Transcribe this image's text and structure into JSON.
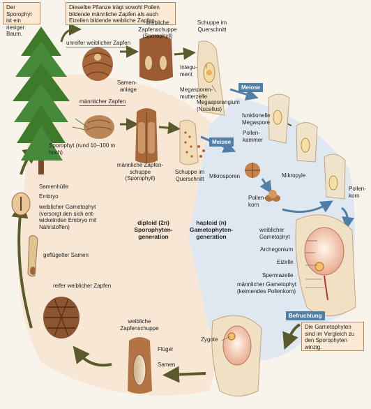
{
  "notes": {
    "sporophyte_note": "Der Sporophyt ist ein riesiger Baum.",
    "plant_note": "Dieselbe Pflanze trägt sowohl Pollen bildende männliche Zapfen als auch Eizellen bildende weibliche Zapfen.",
    "gametophyte_note": "Die Gametophyten sind im Vergleich zu den Sporophyten winzig."
  },
  "labels": {
    "unripe_female_cone": "unreifer weiblicher Zapfen",
    "female_cone_scale": "weibliche Zapfenschuppe (Sporophyll)",
    "scale_cross_section_top": "Schuppe im Querschnitt",
    "integument": "Integu- ment",
    "ovule": "Samen- anlage",
    "megaspore_mother_cell": "Megasporen- mutterzelle",
    "megasporangium": "Megasporangium (Nucellus)",
    "male_cone": "männlicher Zapfen",
    "sporophyte": "Sporophyt (rund 10–100 m hoch)",
    "male_cone_scale": "männliche Zapfen- schuppe (Sporophyll)",
    "scale_cross_section_mid": "Schuppe im Querschnitt",
    "functional_megaspore": "funktionelle Megaspore",
    "pollen_chamber": "Pollen- kammer",
    "microspores": "Mikrosporen",
    "micropyle": "Mikropyle",
    "pollen_grain_mid": "Pollen- korn",
    "pollen_grain_right": "Pollen- korn",
    "seed_coat": "Samenhülle",
    "embryo": "Embryo",
    "female_gametophyte_seed": "weiblicher Gametophyt (versorgt den sich ent- wickelnden Embryo mit Nährstoffen)",
    "winged_seed": "geflügelter Samen",
    "ripe_female_cone": "reifer weiblicher Zapfen",
    "female_gametophyte": "weiblicher Gametophyt",
    "archegonium": "Archegonium",
    "egg_cell": "Eizelle",
    "sperm_cell": "Spermazelle",
    "male_gametophyte": "männlicher Gametophyt (keimendes Pollenkorn)",
    "zygote": "Zygote",
    "female_cone_scale_bottom": "weibliche Zapfenschuppe",
    "wing": "Flügel",
    "seeds": "Samen"
  },
  "phases": {
    "diploid": "diploid (2n) Sporophyten- generation",
    "haploid": "haploid (n) Gametophyten- generation"
  },
  "tags": {
    "meiosis_top": "Meiose",
    "meiosis_mid": "Meiose",
    "fertilization": "Befruchtung"
  },
  "colors": {
    "diploid_bg": "#f6e6d2",
    "haploid_bg": "#dfe8f1",
    "arrow": "#5b5a2c",
    "blue_arrow": "#4f7ea6",
    "tag_bg": "#4f7ea6"
  }
}
